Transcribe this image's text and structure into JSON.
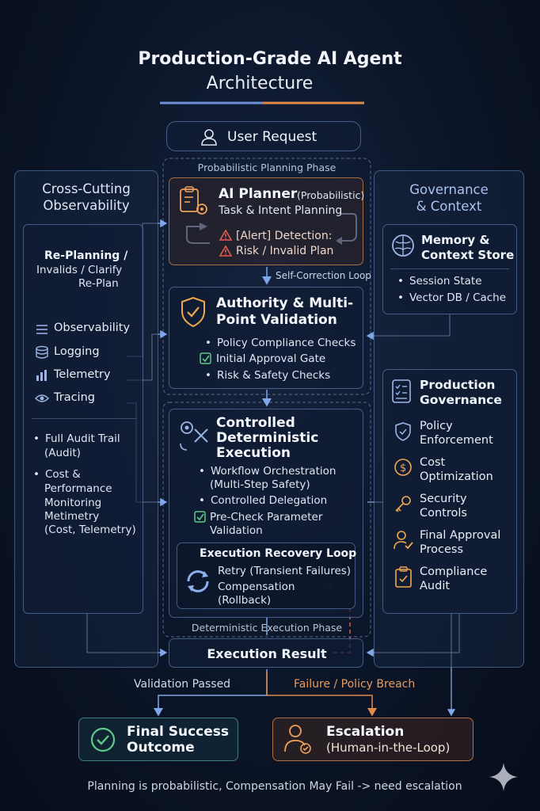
{
  "title_line1": "Production-Grade AI Agent",
  "title_line2": "Architecture",
  "user_request": "User Request",
  "planning_phase_label": "Probabilistic Planning Phase",
  "execution_phase_label": "Deterministic Execution Phase",
  "left_panel": {
    "title": "Cross-Cutting Observability",
    "replan_title": "Re-Planning /",
    "replan_line2": "Invalids / Clarify",
    "replan_line3": "Re-Plan",
    "items": [
      "Observability",
      "Logging",
      "Telemetry",
      "Tracing"
    ],
    "bullet1_l1": "Full Audit Trail",
    "bullet1_l2": "(Audit)",
    "bullet2_l1": "Cost &",
    "bullet2_l2": "Performance",
    "bullet2_l3": "Monitoring",
    "bullet2_l4": "Metimetry",
    "bullet2_l5": "(Cost, Telemetry)"
  },
  "planner": {
    "title": "AI Planner",
    "tag": "(Probabilistic)",
    "subtitle": "Task & Intent Planning",
    "alert1": "[Alert] Detection:",
    "alert2": "Risk / Invalid Plan"
  },
  "self_correction": "Self-Correction Loop",
  "authority": {
    "title_l1": "Authority & Multi-",
    "title_l2": "Point Validation",
    "items": [
      "Policy Compliance Checks",
      "Initial Approval Gate",
      "Risk & Safety Checks"
    ]
  },
  "execution": {
    "title_l1": "Controlled",
    "title_l2": "Deterministic",
    "title_l3": "Execution",
    "item1_l1": "Workflow Orchestration",
    "item1_l2": "(Multi-Step Safety)",
    "item2": "Controlled Delegation",
    "item3_l1": "Pre-Check Parameter",
    "item3_l2": "Validation"
  },
  "recovery": {
    "title": "Execution Recovery Loop",
    "retry": "Retry (Transient Failures)",
    "compensation": "Compensation",
    "rollback": "(Rollback)"
  },
  "execution_result": "Execution Result",
  "validation_passed": "Validation Passed",
  "failure_breach": "Failure / Policy Breach",
  "success": {
    "l1": "Final Success",
    "l2": "Outcome"
  },
  "escalation": {
    "l1": "Escalation",
    "l2": "(Human-in-the-Loop)"
  },
  "right_panel": {
    "title_l1": "Governance",
    "title_l2": "& Context",
    "memory_l1": "Memory &",
    "memory_l2": "Context Store",
    "memory_items": [
      "Session State",
      "Vector DB / Cache"
    ],
    "prod_l1": "Production",
    "prod_l2": "Governance",
    "policy_l1": "Policy",
    "policy_l2": "Enforcement",
    "cost_l1": "Cost",
    "cost_l2": "Optimization",
    "security_l1": "Security",
    "security_l2": "Controls",
    "approval_l1": "Final Approval",
    "approval_l2": "Process",
    "compliance_l1": "Compliance",
    "compliance_l2": "Audit"
  },
  "footer": "Planning is probabilistic, Compensation May Fail -> need escalation",
  "colors": {
    "accent_blue": "#6f8fd8",
    "accent_orange": "#e08a4a",
    "green": "#5fc98a",
    "red": "#e0554e"
  }
}
